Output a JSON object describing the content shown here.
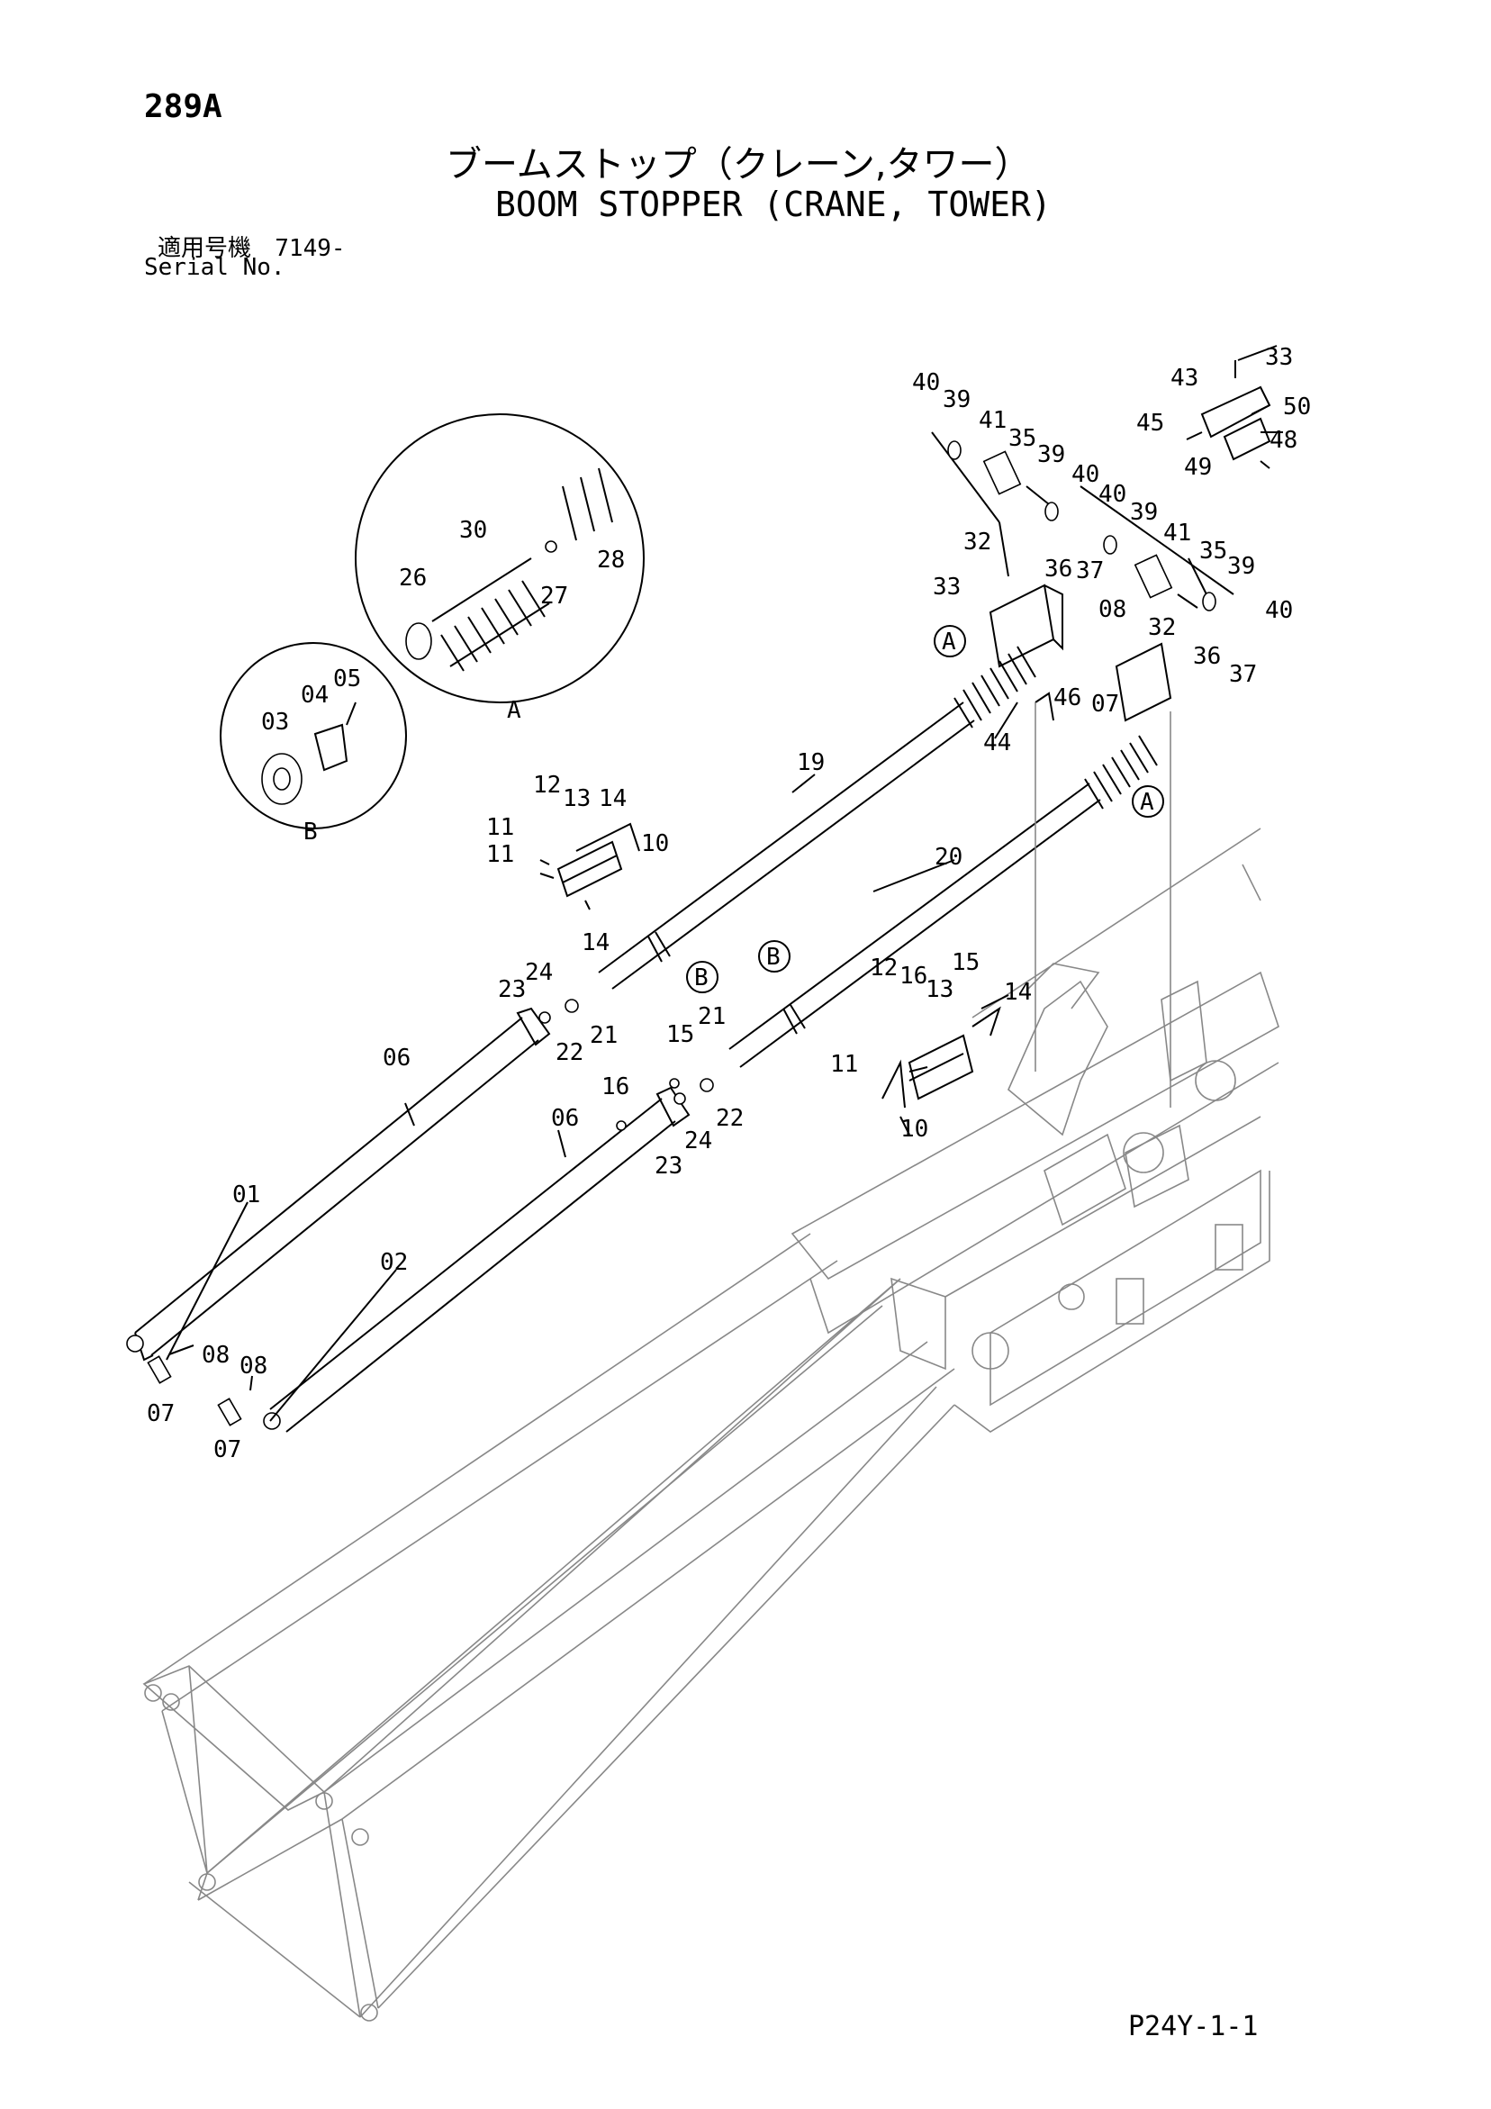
{
  "header": {
    "page_number": "289A",
    "title_jp": "ブームストップ（クレーン,タワー）",
    "title_en": "BOOM STOPPER (CRANE, TOWER)",
    "serial_label_jp": "適用号機",
    "serial_value": "7149-",
    "serial_label_en": "Serial No."
  },
  "footer": {
    "code": "P24Y-1-1"
  },
  "callouts": {
    "A": "A",
    "B": "B"
  },
  "part_labels": {
    "p01": "01",
    "p02": "02",
    "p03": "03",
    "p04": "04",
    "p05": "05",
    "p06": "06",
    "p07": "07",
    "p08": "08",
    "p10": "10",
    "p11": "11",
    "p12": "12",
    "p13": "13",
    "p14": "14",
    "p15": "15",
    "p16": "16",
    "p19": "19",
    "p20": "20",
    "p21": "21",
    "p22": "22",
    "p23": "23",
    "p24": "24",
    "p26": "26",
    "p27": "27",
    "p28": "28",
    "p30": "30",
    "p32": "32",
    "p33": "33",
    "p35": "35",
    "p36": "36",
    "p37": "37",
    "p39": "39",
    "p40": "40",
    "p41": "41",
    "p43": "43",
    "p44": "44",
    "p45": "45",
    "p46": "46",
    "p48": "48",
    "p49": "49",
    "p50": "50"
  }
}
